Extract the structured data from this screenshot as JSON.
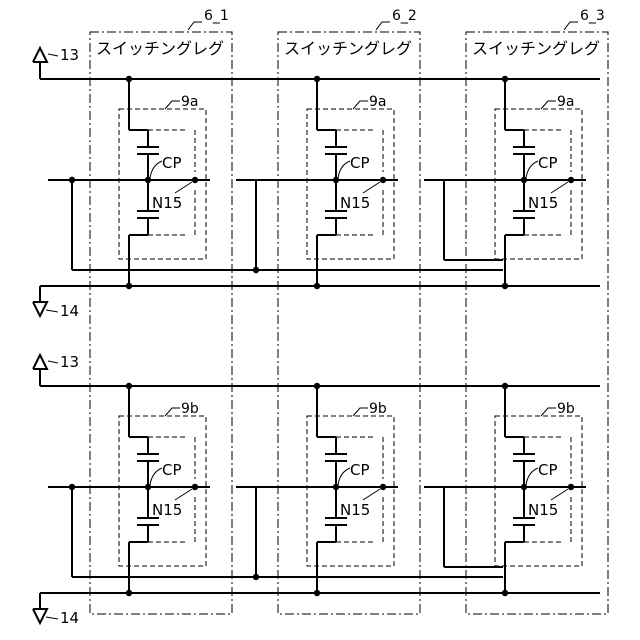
{
  "legs": [
    {
      "id": "6_1",
      "label": "スイッチングレグ"
    },
    {
      "id": "6_2",
      "label": "スイッチングレグ"
    },
    {
      "id": "6_3",
      "label": "スイッチングレグ"
    }
  ],
  "groups": [
    {
      "module_label": "9a",
      "top_terminal": "13",
      "bottom_terminal": "14"
    },
    {
      "module_label": "9b",
      "top_terminal": "13",
      "bottom_terminal": "14"
    }
  ],
  "capacitor_label": "CP",
  "node_label": "N15"
}
